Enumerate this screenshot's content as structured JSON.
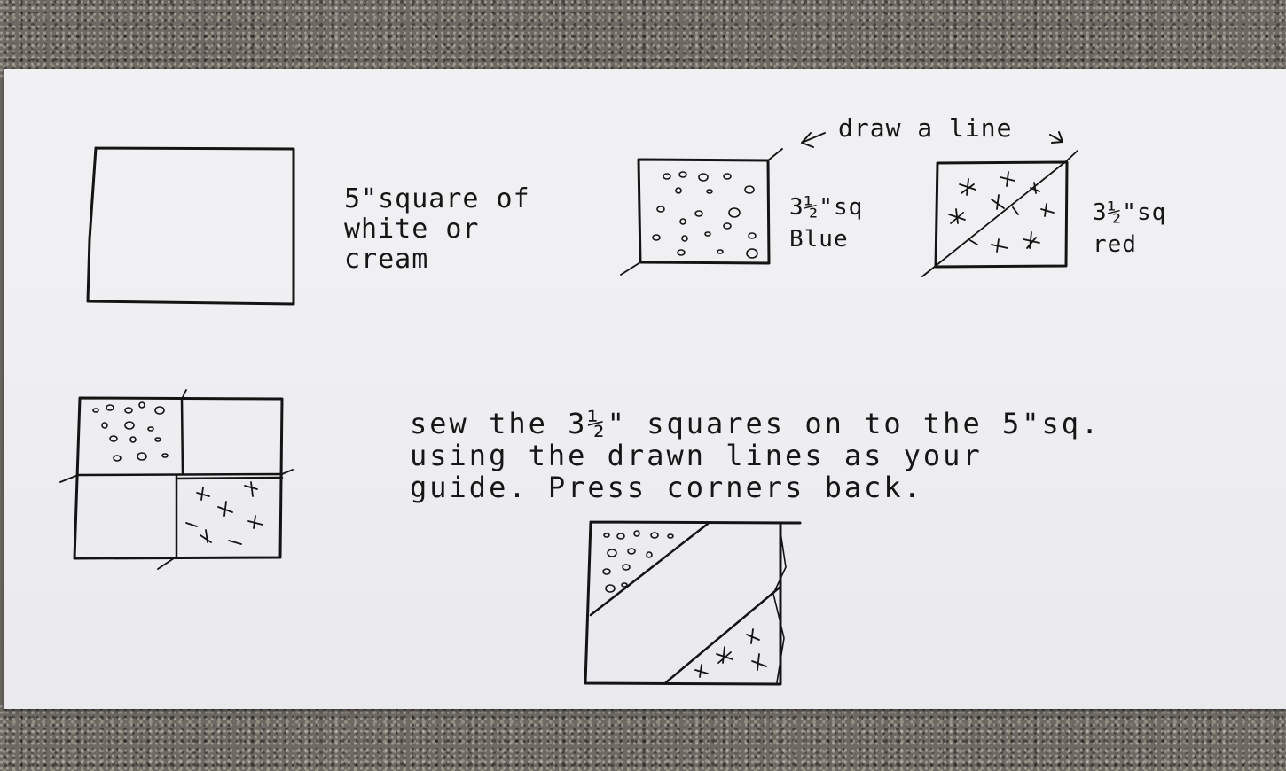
{
  "notes": {
    "white_square": [
      "5\"square of",
      "white or",
      "cream"
    ],
    "draw_a_line": "draw a line",
    "blue_square": [
      "3½\"sq",
      "Blue"
    ],
    "red_square": [
      "3½\"sq",
      "red"
    ],
    "instructions": [
      "sew the 3½\" squares on to the 5\"sq.",
      "using the drawn lines as your",
      "guide. Press corners back."
    ]
  },
  "colors": {
    "ink": "#141414",
    "paper": "#efeff2",
    "countertop": "#6e6a63"
  }
}
